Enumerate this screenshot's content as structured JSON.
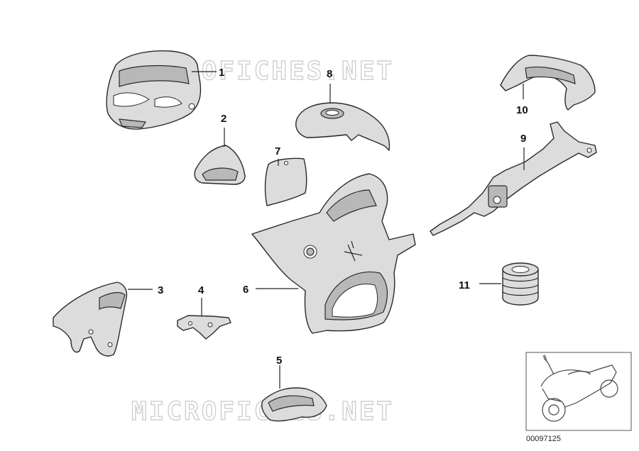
{
  "watermark_text": "MICROFICHES.NET",
  "reference_number": "00097125",
  "callouts": [
    "1",
    "2",
    "3",
    "4",
    "5",
    "6",
    "7",
    "8",
    "9",
    "10",
    "11"
  ],
  "parts": [
    {
      "number": "1",
      "icon": "front-fairing-icon"
    },
    {
      "number": "2",
      "icon": "mirror-cover-icon"
    },
    {
      "number": "3",
      "icon": "front-mudguard-icon"
    },
    {
      "number": "4",
      "icon": "bracket-icon"
    },
    {
      "number": "5",
      "icon": "belly-pan-icon"
    },
    {
      "number": "6",
      "icon": "side-fairing-icon"
    },
    {
      "number": "7",
      "icon": "cover-plate-icon"
    },
    {
      "number": "8",
      "icon": "tank-cover-icon"
    },
    {
      "number": "9",
      "icon": "carrier-frame-icon"
    },
    {
      "number": "10",
      "icon": "rear-grab-handle-icon"
    },
    {
      "number": "11",
      "icon": "oil-filter-icon"
    }
  ],
  "thumbnail_icon": "motorcycle-outline-icon"
}
